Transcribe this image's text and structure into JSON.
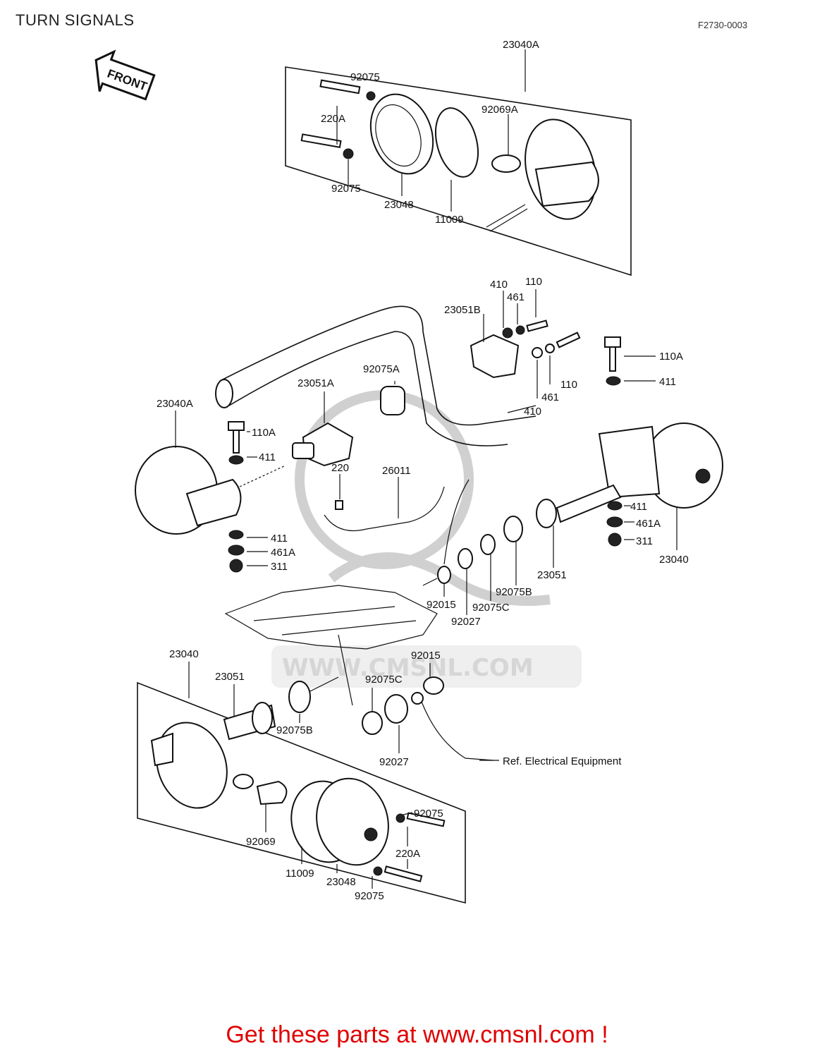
{
  "header": {
    "title": "TURN SIGNALS",
    "code": "F2730-0003"
  },
  "diagram": {
    "front_label": "FRONT",
    "watermark_text": "WWW.CMSNL.COM",
    "ref_note": "Ref. Electrical Equipment",
    "parts": {
      "p23040A_top": "23040A",
      "p92075_a": "92075",
      "p220A_top": "220A",
      "p92069A": "92069A",
      "p92075_b": "92075",
      "p23048_top": "23048",
      "p11009_top": "11009",
      "p410_top": "410",
      "p461_top": "461",
      "p110_top": "110",
      "p23051B": "23051B",
      "p110A_right": "110A",
      "p411_right": "411",
      "p92075A": "92075A",
      "p110_mid": "110",
      "p461_mid": "461",
      "p410_mid": "410",
      "p23051A": "23051A",
      "p23040A_left": "23040A",
      "p110A_left": "110A",
      "p411_left": "411",
      "p220": "220",
      "p26011": "26011",
      "p411_lower_left": "411",
      "p461A_left": "461A",
      "p311_left": "311",
      "p411_r2": "411",
      "p461A_right": "461A",
      "p311_right": "311",
      "p23040_right": "23040",
      "p23051_right": "23051",
      "p92075B_right": "92075B",
      "p92075C_right": "92075C",
      "p92015_right": "92015",
      "p92027_right": "92027",
      "p23040_bottom": "23040",
      "p23051_bottom": "23051",
      "p92015_bottom": "92015",
      "p92075C_bottom": "92075C",
      "p92075B_bottom": "92075B",
      "p92027_bottom": "92027",
      "p92075_c": "92075",
      "p220A_bottom": "220A",
      "p92069": "92069",
      "p11009_bottom": "11009",
      "p23048_bottom": "23048",
      "p92075_d": "92075"
    }
  },
  "footer": {
    "text": "Get these parts at www.cmsnl.com !"
  }
}
